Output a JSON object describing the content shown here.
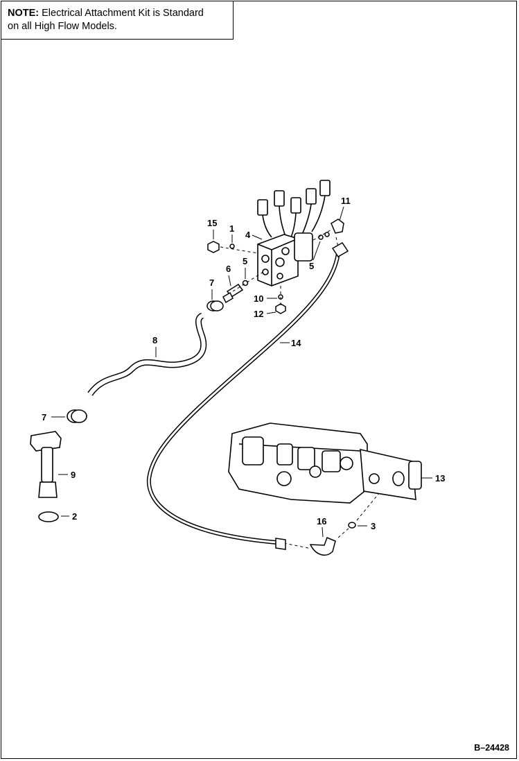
{
  "note": {
    "prefix": "NOTE:",
    "line1": "Electrical Attachment Kit is Standard",
    "line2": "on all High Flow Models."
  },
  "callouts": {
    "c1": "1",
    "c2": "2",
    "c3": "3",
    "c4": "4",
    "c5a": "5",
    "c5b": "5",
    "c6": "6",
    "c7a": "7",
    "c7b": "7",
    "c8": "8",
    "c9": "9",
    "c10": "10",
    "c11": "11",
    "c12": "12",
    "c13": "13",
    "c14": "14",
    "c15": "15",
    "c16": "16"
  },
  "drawing_code": "B–24428"
}
